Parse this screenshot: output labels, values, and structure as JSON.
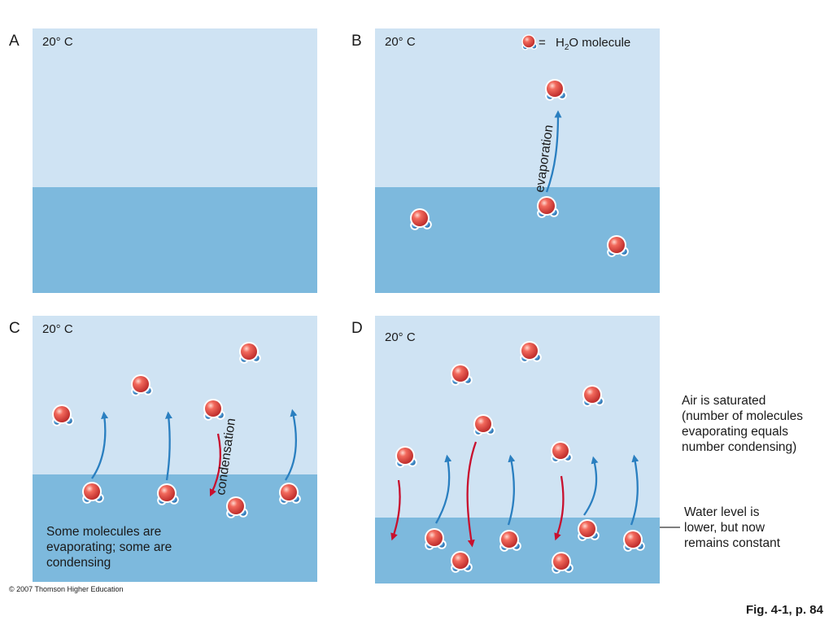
{
  "colors": {
    "air": "#cfe3f3",
    "water": "#7db9dd",
    "evaporation_arrow": "#2a7fc0",
    "condensation_arrow": "#c8102e",
    "oxygen": "#e0463f",
    "hydrogen": "#3d8dcc",
    "callout_line": "#333333"
  },
  "panels": [
    {
      "letter": "A",
      "temperature": "20° C"
    },
    {
      "letter": "B",
      "temperature": "20° C"
    },
    {
      "letter": "C",
      "temperature": "20° C"
    },
    {
      "letter": "D",
      "temperature": "20° C"
    }
  ],
  "legend": {
    "icon": "water-molecule-icon",
    "equals": "=",
    "label_prefix": "H",
    "subscript": "2",
    "label_suffix": "O molecule"
  },
  "labels": {
    "evaporation": "evaporation",
    "condensation": "condensation",
    "panel_c_note": [
      "Some molecules are",
      "evaporating; some are",
      "condensing"
    ],
    "air_saturated": [
      "Air is saturated",
      "(number of molecules",
      "evaporating equals",
      "number condensing)"
    ],
    "water_level": [
      "Water level is",
      "lower, but now",
      "remains constant"
    ]
  },
  "copyright": "© 2007 Thomson Higher Education",
  "figure_ref": "Fig. 4-1, p. 84"
}
